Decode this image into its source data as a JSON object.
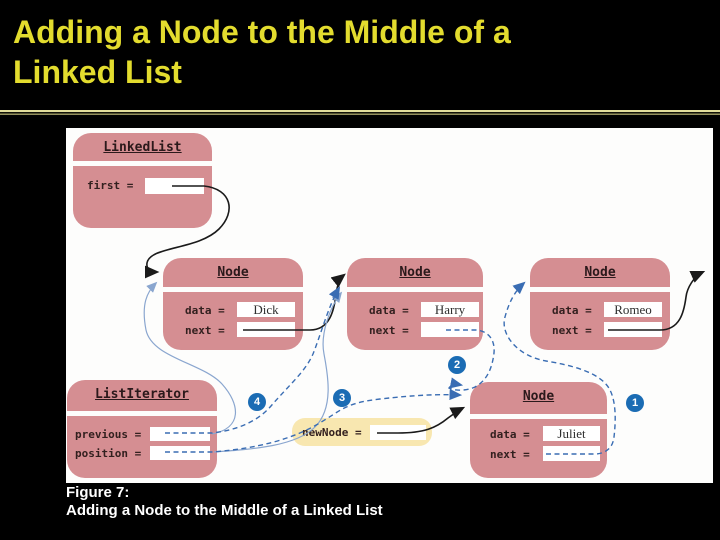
{
  "slide": {
    "title_line1": "Adding a Node to the Middle of a",
    "title_line2": "Linked List",
    "title_color": "#e3dc2e"
  },
  "caption": {
    "line1": "Figure 7:",
    "line2": "Adding a Node to the Middle of a Linked List"
  },
  "colors": {
    "box_pink": "#d58e92",
    "newnode_yellow": "#f8e7b0",
    "step_circle_blue": "#1b6cb4",
    "new_reference_dashed_blue": "#3a6db3",
    "old_reference_light_blue": "#8aa6cf",
    "reference_black": "#1a1a1a",
    "title_separator_khaki": "#e2de9b"
  },
  "diagram": {
    "linkedlist": {
      "title": "LinkedList",
      "fields": [
        {
          "label": "first ="
        }
      ]
    },
    "node1": {
      "title": "Node",
      "fields": [
        {
          "label": "data =",
          "value": "Dick"
        },
        {
          "label": "next =",
          "value": ""
        }
      ]
    },
    "node2": {
      "title": "Node",
      "fields": [
        {
          "label": "data =",
          "value": "Harry"
        },
        {
          "label": "next =",
          "value": ""
        }
      ]
    },
    "node3": {
      "title": "Node",
      "fields": [
        {
          "label": "data =",
          "value": "Romeo"
        },
        {
          "label": "next =",
          "value": ""
        }
      ]
    },
    "iterator": {
      "title": "ListIterator",
      "fields": [
        {
          "label": "previous ="
        },
        {
          "label": "position ="
        }
      ]
    },
    "newnode": {
      "label": "newNode ="
    },
    "node4": {
      "title": "Node",
      "fields": [
        {
          "label": "data =",
          "value": "Juliet"
        },
        {
          "label": "next =",
          "value": ""
        }
      ]
    },
    "steps": {
      "s1": "1",
      "s2": "2",
      "s3": "3",
      "s4": "4"
    }
  }
}
